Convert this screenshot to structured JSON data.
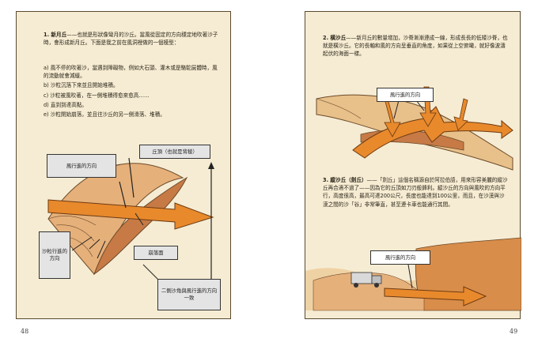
{
  "left_page": {
    "section1": {
      "title": "1. 新月丘",
      "intro": "——也就是形狀像彎月的沙丘。當風從固定的方向穩定地吹著沙子時，會形成新月丘。下面是我之前在風洞裡做的一個模型：",
      "items": [
        "a) 風不停的吹著沙，當遇到障礙物，例如大石頭、灌木或是駱駝屍體時，風的流動就會減緩。",
        "b) 沙粒沉落下來並且開始堆積。",
        "c) 沙粒被風吹著，在一側堆積得愈來愈高……",
        "d) 直到到達高點。",
        "e) 沙粒開始崩落，並且往沙丘的另一側滑落、堆積。"
      ]
    },
    "labels": {
      "crest": "丘頂（也就是背稜）",
      "wind_dir": "風行進的方向",
      "sand_dir": "沙粒行進的方向",
      "slip_face": "崩落面",
      "horns": "二側沙角與風行進的方向一致"
    },
    "page_number": "48"
  },
  "right_page": {
    "section2": {
      "title": "2. 橫沙丘",
      "body": "——新月丘的數量增加，沙脊漸漸連成一線，形成長長的低矮沙脊，也就是橫沙丘。它的長軸和風的方向呈垂直的角度，如果從上空俯瞰，就好像波濤起伏的海面一樣。"
    },
    "section3": {
      "title": "3. 縱沙丘（劍丘）",
      "body": "——「劍丘」這個名稱源自於阿拉伯語，用來形容美麗的縱沙丘再合適不過了——因為它的丘頂如刀刃般鋒利。縱沙丘的方向與風吹的方向平行，高度很高，最高可達200公尺，長度也能達到100公里，而且，在沙漠與沙漠之間的沙「谷」非常筆直，甚至連卡車也能通行其間。"
    },
    "labels": {
      "wind_dir_1": "風行進的方向",
      "wind_dir_2": "風行進的方向"
    },
    "page_number": "49"
  },
  "colors": {
    "paper": "#f6ecd3",
    "arrow": "#e8892c",
    "arrow_outline": "#6b3a12",
    "sand": "#e0a76d",
    "dune_dark": "#b76e3c"
  }
}
